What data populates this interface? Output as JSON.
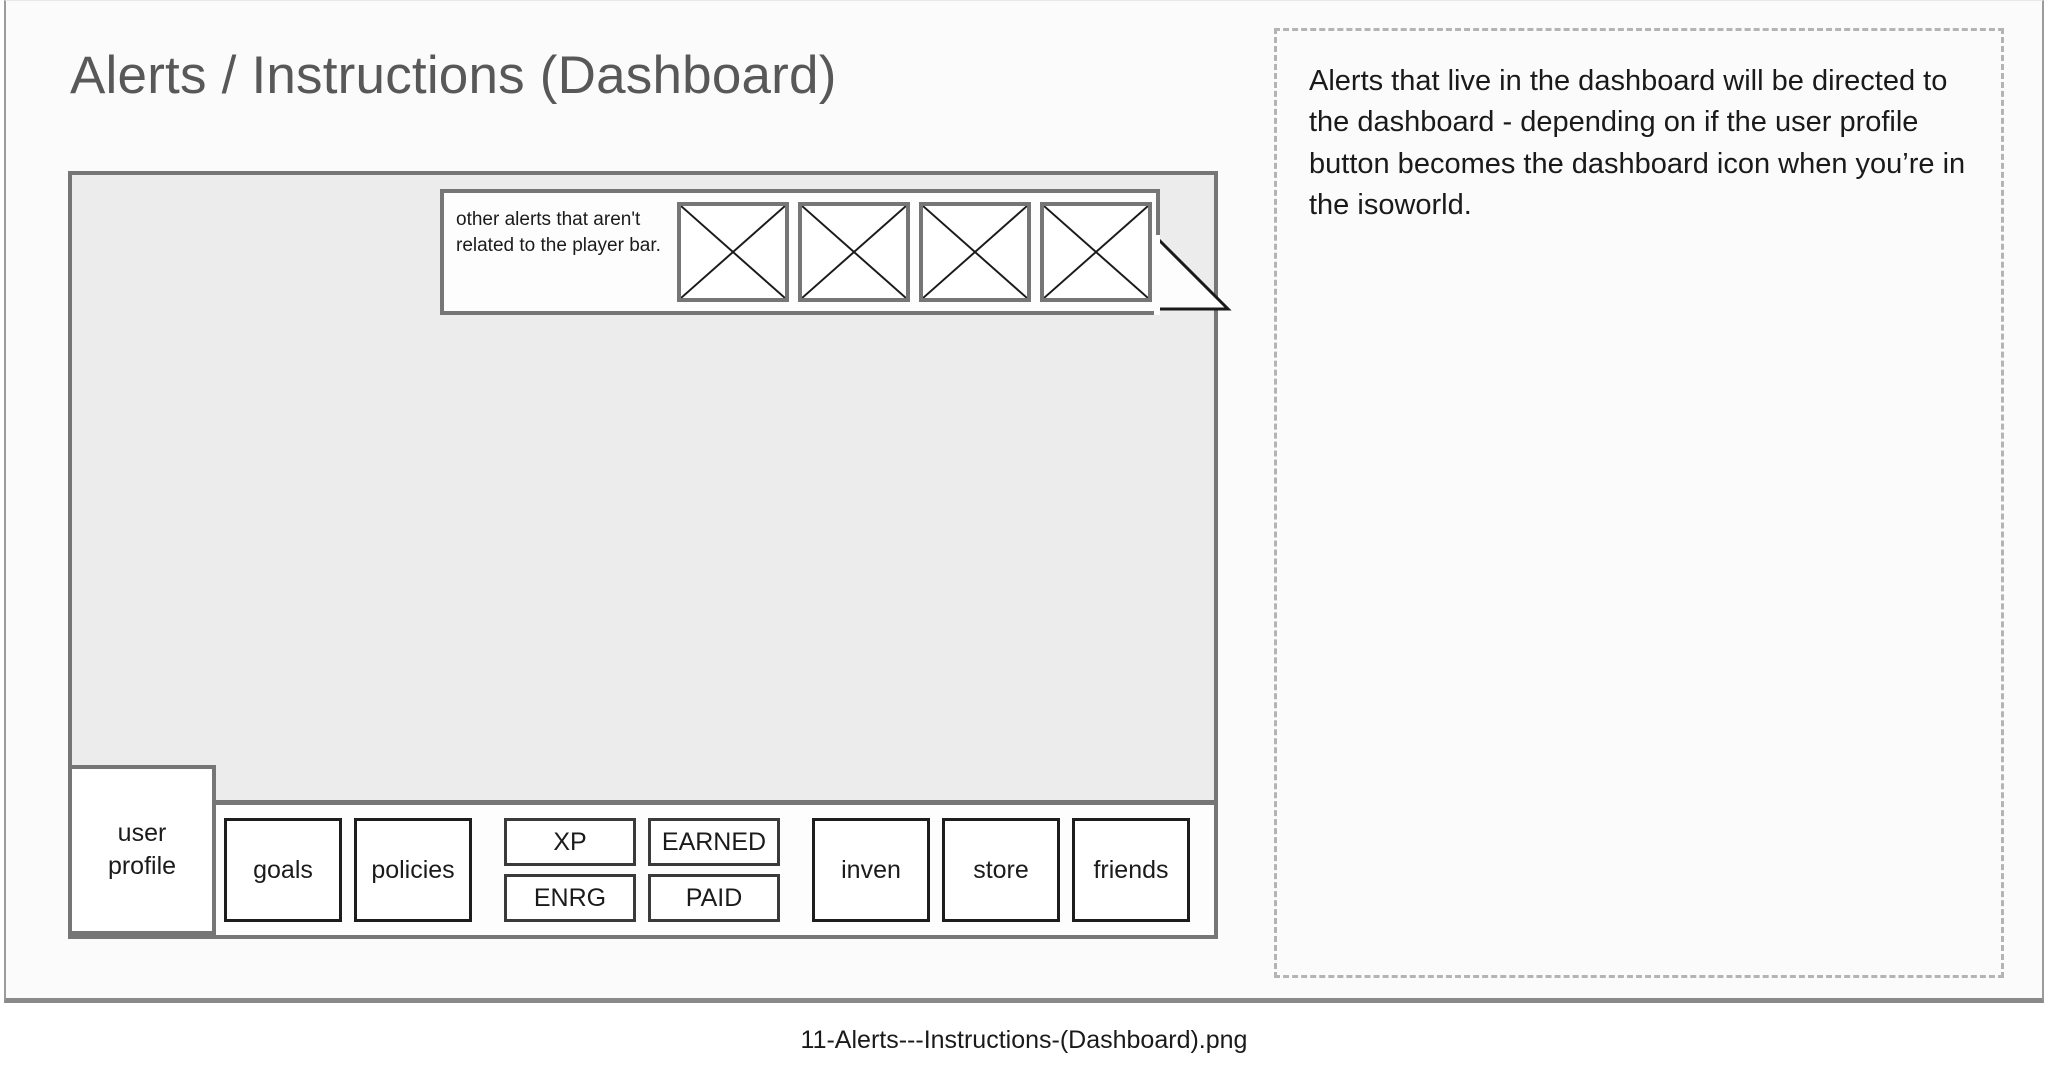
{
  "page": {
    "title": "Alerts / Instructions (Dashboard)",
    "footer_filename": "11-Alerts---Instructions-(Dashboard).png"
  },
  "colors": {
    "page_background": "#fbfbfb",
    "frame_border": "#767676",
    "frame_fill": "#ececec",
    "title_text": "#585858",
    "annotation_border": "#b4b4b4",
    "button_border": "#1d1d1d",
    "callout_fill": "#fdfdfd"
  },
  "wireframe": {
    "callout": {
      "text": "other alerts that aren't related to the player bar.",
      "thumbnails": [
        {
          "name": "image-placeholder-1"
        },
        {
          "name": "image-placeholder-2"
        },
        {
          "name": "image-placeholder-3"
        },
        {
          "name": "image-placeholder-4"
        }
      ]
    },
    "player_bar": {
      "user_profile_tab": "user\nprofile",
      "user_profile_line1": "user",
      "user_profile_line2": "profile",
      "buttons": [
        {
          "label": "goals",
          "name": "goals"
        },
        {
          "label": "policies",
          "name": "policies"
        }
      ],
      "stacks": [
        {
          "name": "xp-energy",
          "top": "XP",
          "bottom": "ENRG"
        },
        {
          "name": "earned-paid",
          "top": "EARNED",
          "bottom": "PAID"
        }
      ],
      "buttons_right": [
        {
          "label": "inven",
          "name": "inven"
        },
        {
          "label": "store",
          "name": "store"
        },
        {
          "label": "friends",
          "name": "friends"
        }
      ]
    }
  },
  "annotation": {
    "text": "Alerts that live in the dashboard will be directed to the dashboard - depending on if the user profile button  becomes the dashboard icon when you’re in the isoworld."
  }
}
